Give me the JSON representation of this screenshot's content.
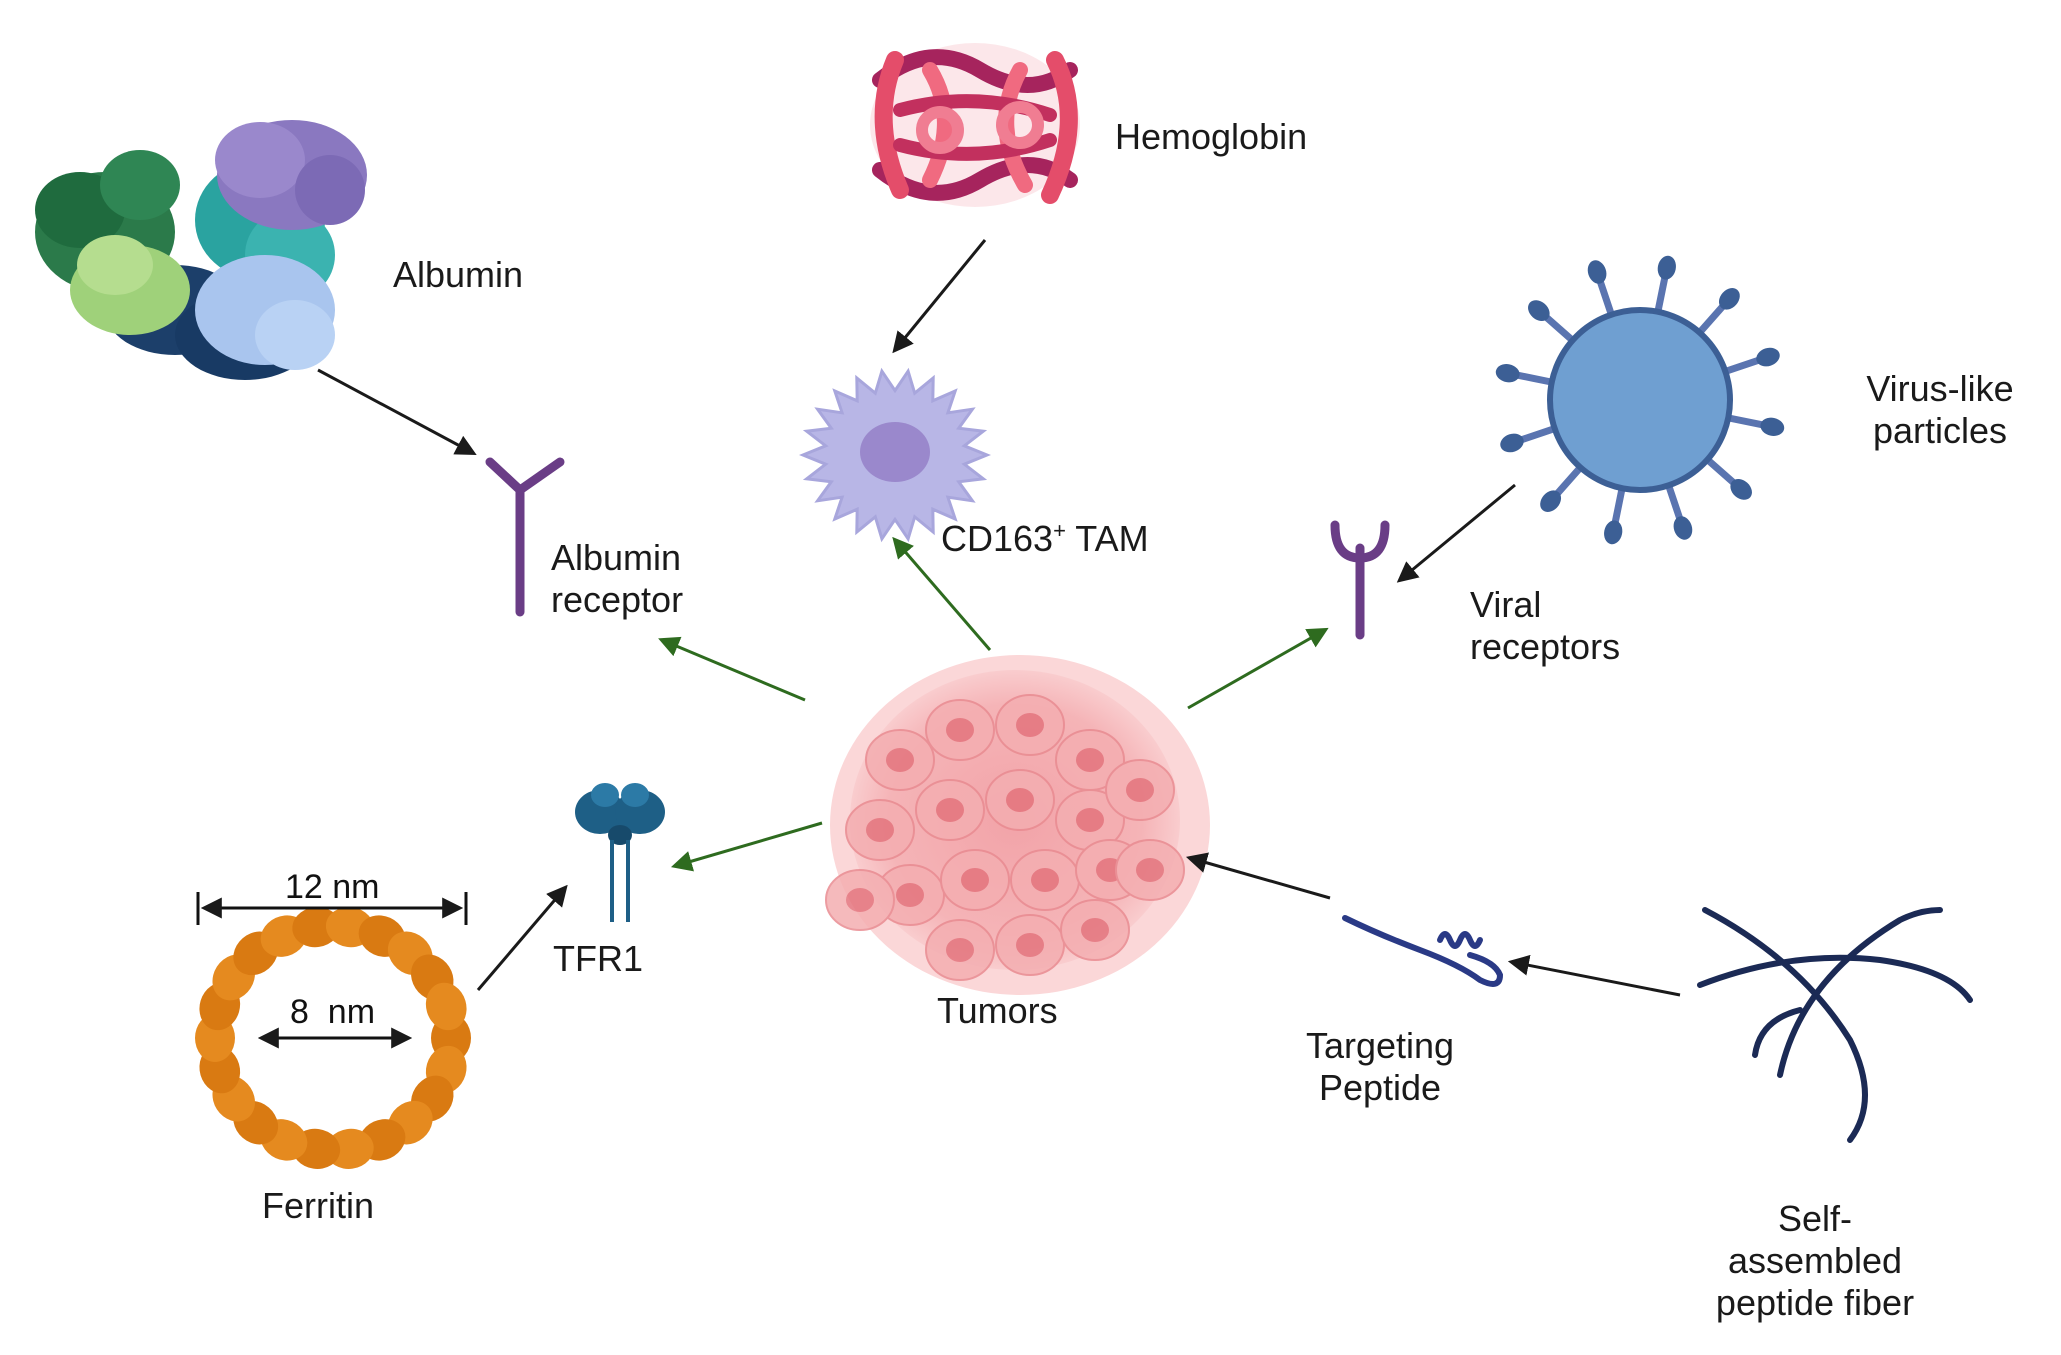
{
  "labels": {
    "albumin": "Albumin",
    "hemoglobin": "Hemoglobin",
    "virus_like_particles_1": "Virus-like",
    "virus_like_particles_2": "particles",
    "albumin_receptor_1": "Albumin",
    "albumin_receptor_2": "receptor",
    "tam_main": "CD163",
    "tam_sup": "+",
    "tam_rest": " TAM",
    "viral_receptors_1": "Viral",
    "viral_receptors_2": "receptors",
    "tfr1": "TFR1",
    "tumors": "Tumors",
    "targeting_peptide_1": "Targeting",
    "targeting_peptide_2": "Peptide",
    "ferritin": "Ferritin",
    "self_assembled_1": "Self-",
    "self_assembled_2": "assembled",
    "self_assembled_3": "peptide fiber"
  },
  "dimensions": {
    "outer": "12 nm",
    "inner": "8  nm"
  },
  "colors": {
    "tumor_arrow": "#2e6b1f",
    "binding_arrow": "#1a1a1a",
    "receptor_purple": "#6a3d86",
    "virus_body": "#6f9fd1",
    "virus_spike": "#3c5f95",
    "ferritin": "#e58a1f",
    "tam": "#b8b6e6",
    "tfr1": "#1e5f86",
    "fiber": "#1b2a55",
    "tumor": "#f0a0a3"
  }
}
